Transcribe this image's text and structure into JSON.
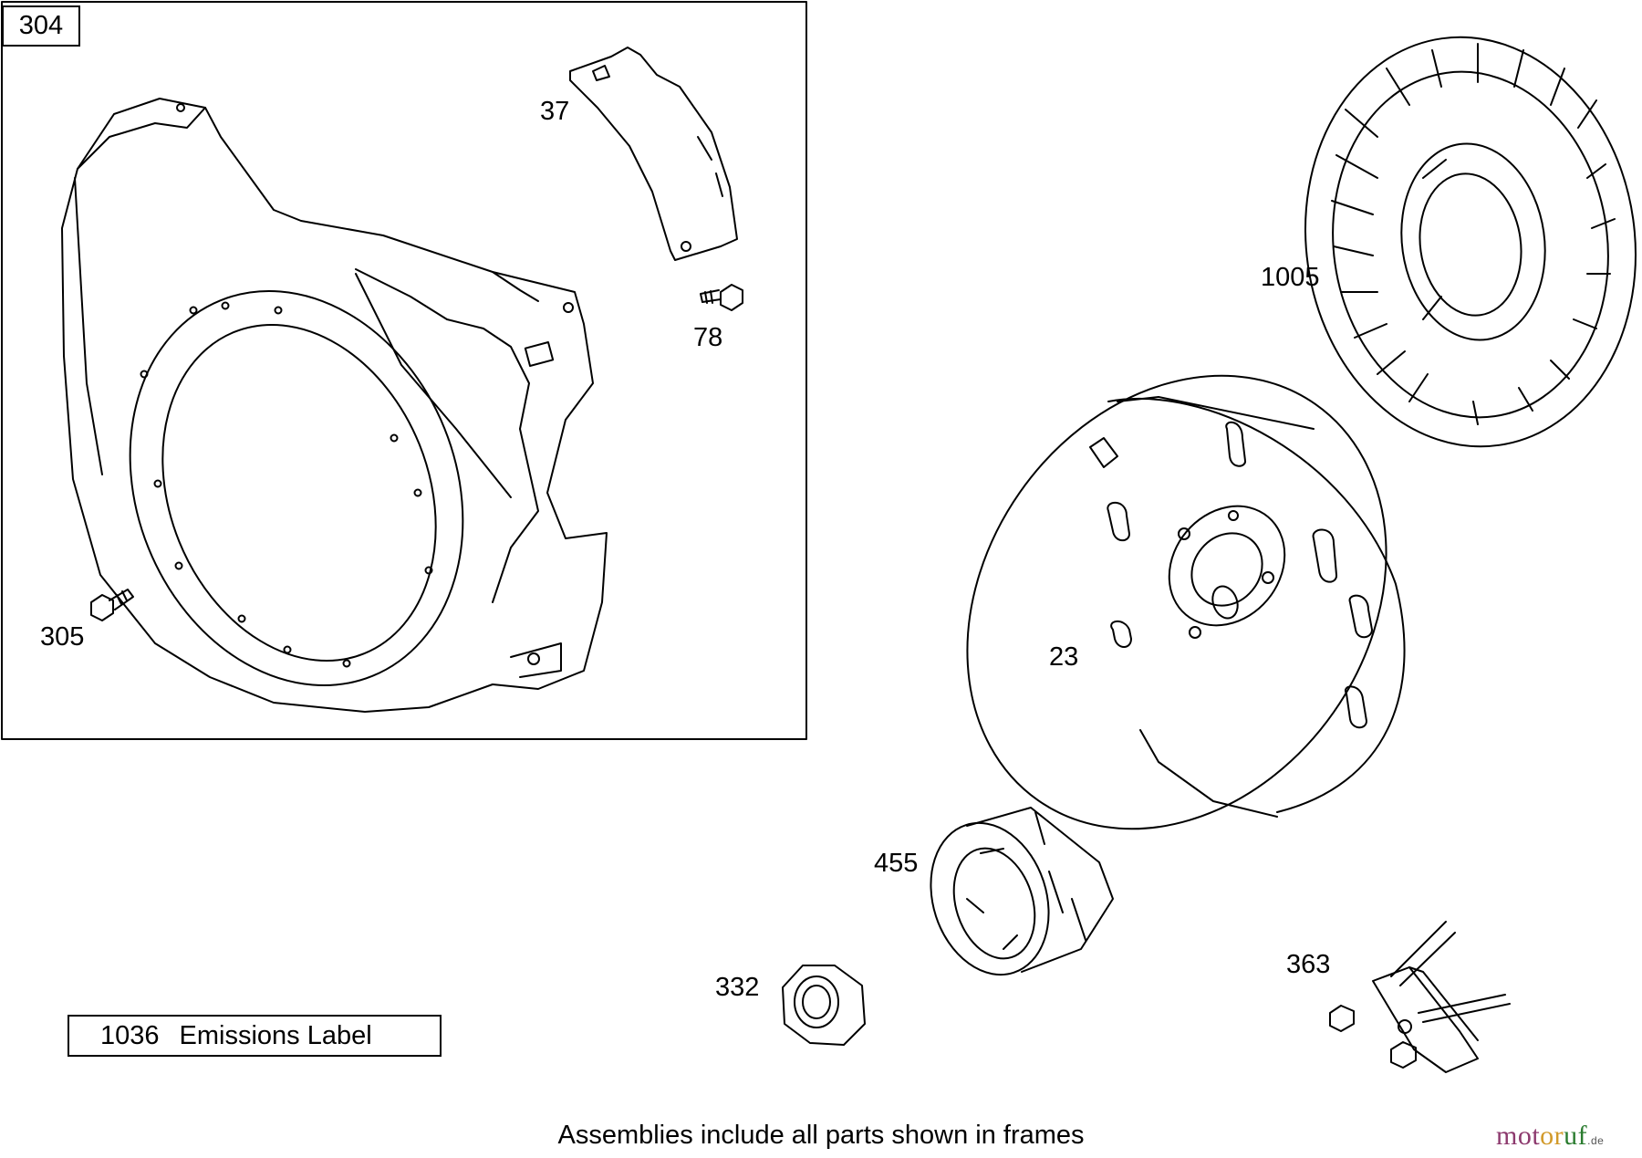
{
  "frame": {
    "id": "304"
  },
  "callouts": {
    "c37": "37",
    "c78": "78",
    "c305": "305",
    "c1005": "1005",
    "c23": "23",
    "c455": "455",
    "c332": "332",
    "c363": "363"
  },
  "emissions": {
    "number": "1036",
    "text": "Emissions Label"
  },
  "footer_note": "Assemblies include all parts shown in frames",
  "watermark": {
    "part1": "mot",
    "part2": "or",
    "part3": "uf",
    "suffix": ".de"
  },
  "colors": {
    "line": "#000000",
    "wm_purple": "#8d3a6e",
    "wm_gold": "#d29a2a",
    "wm_green": "#2a7c2f"
  }
}
